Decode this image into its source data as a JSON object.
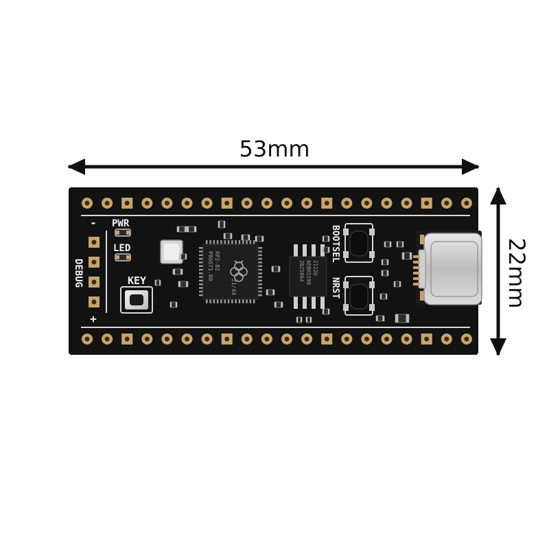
{
  "dimensions": {
    "width_label": "53mm",
    "height_label": "22mm"
  },
  "board": {
    "pcb_color": "#121212",
    "pad_color": "#c8a46a",
    "silkscreen_color": "#f2f2f2",
    "pins_per_row": 20,
    "debug_pins": 4,
    "labels": {
      "minus": "-",
      "plus": "+",
      "debug": "DEBUG",
      "pwr": "PWR",
      "led": "LED",
      "key": "KEY",
      "bootsel": "BOOTSEL",
      "nrst": "NRST"
    },
    "mcu_text": [
      "RP2-B2",
      "21/44",
      "P86671.00"
    ],
    "flash_text": [
      "Z025064",
      "AEBH1S98",
      "2122U"
    ],
    "icons": [
      "raspberry-pi-logo",
      "usb-c-connector",
      "tactile-button"
    ]
  }
}
